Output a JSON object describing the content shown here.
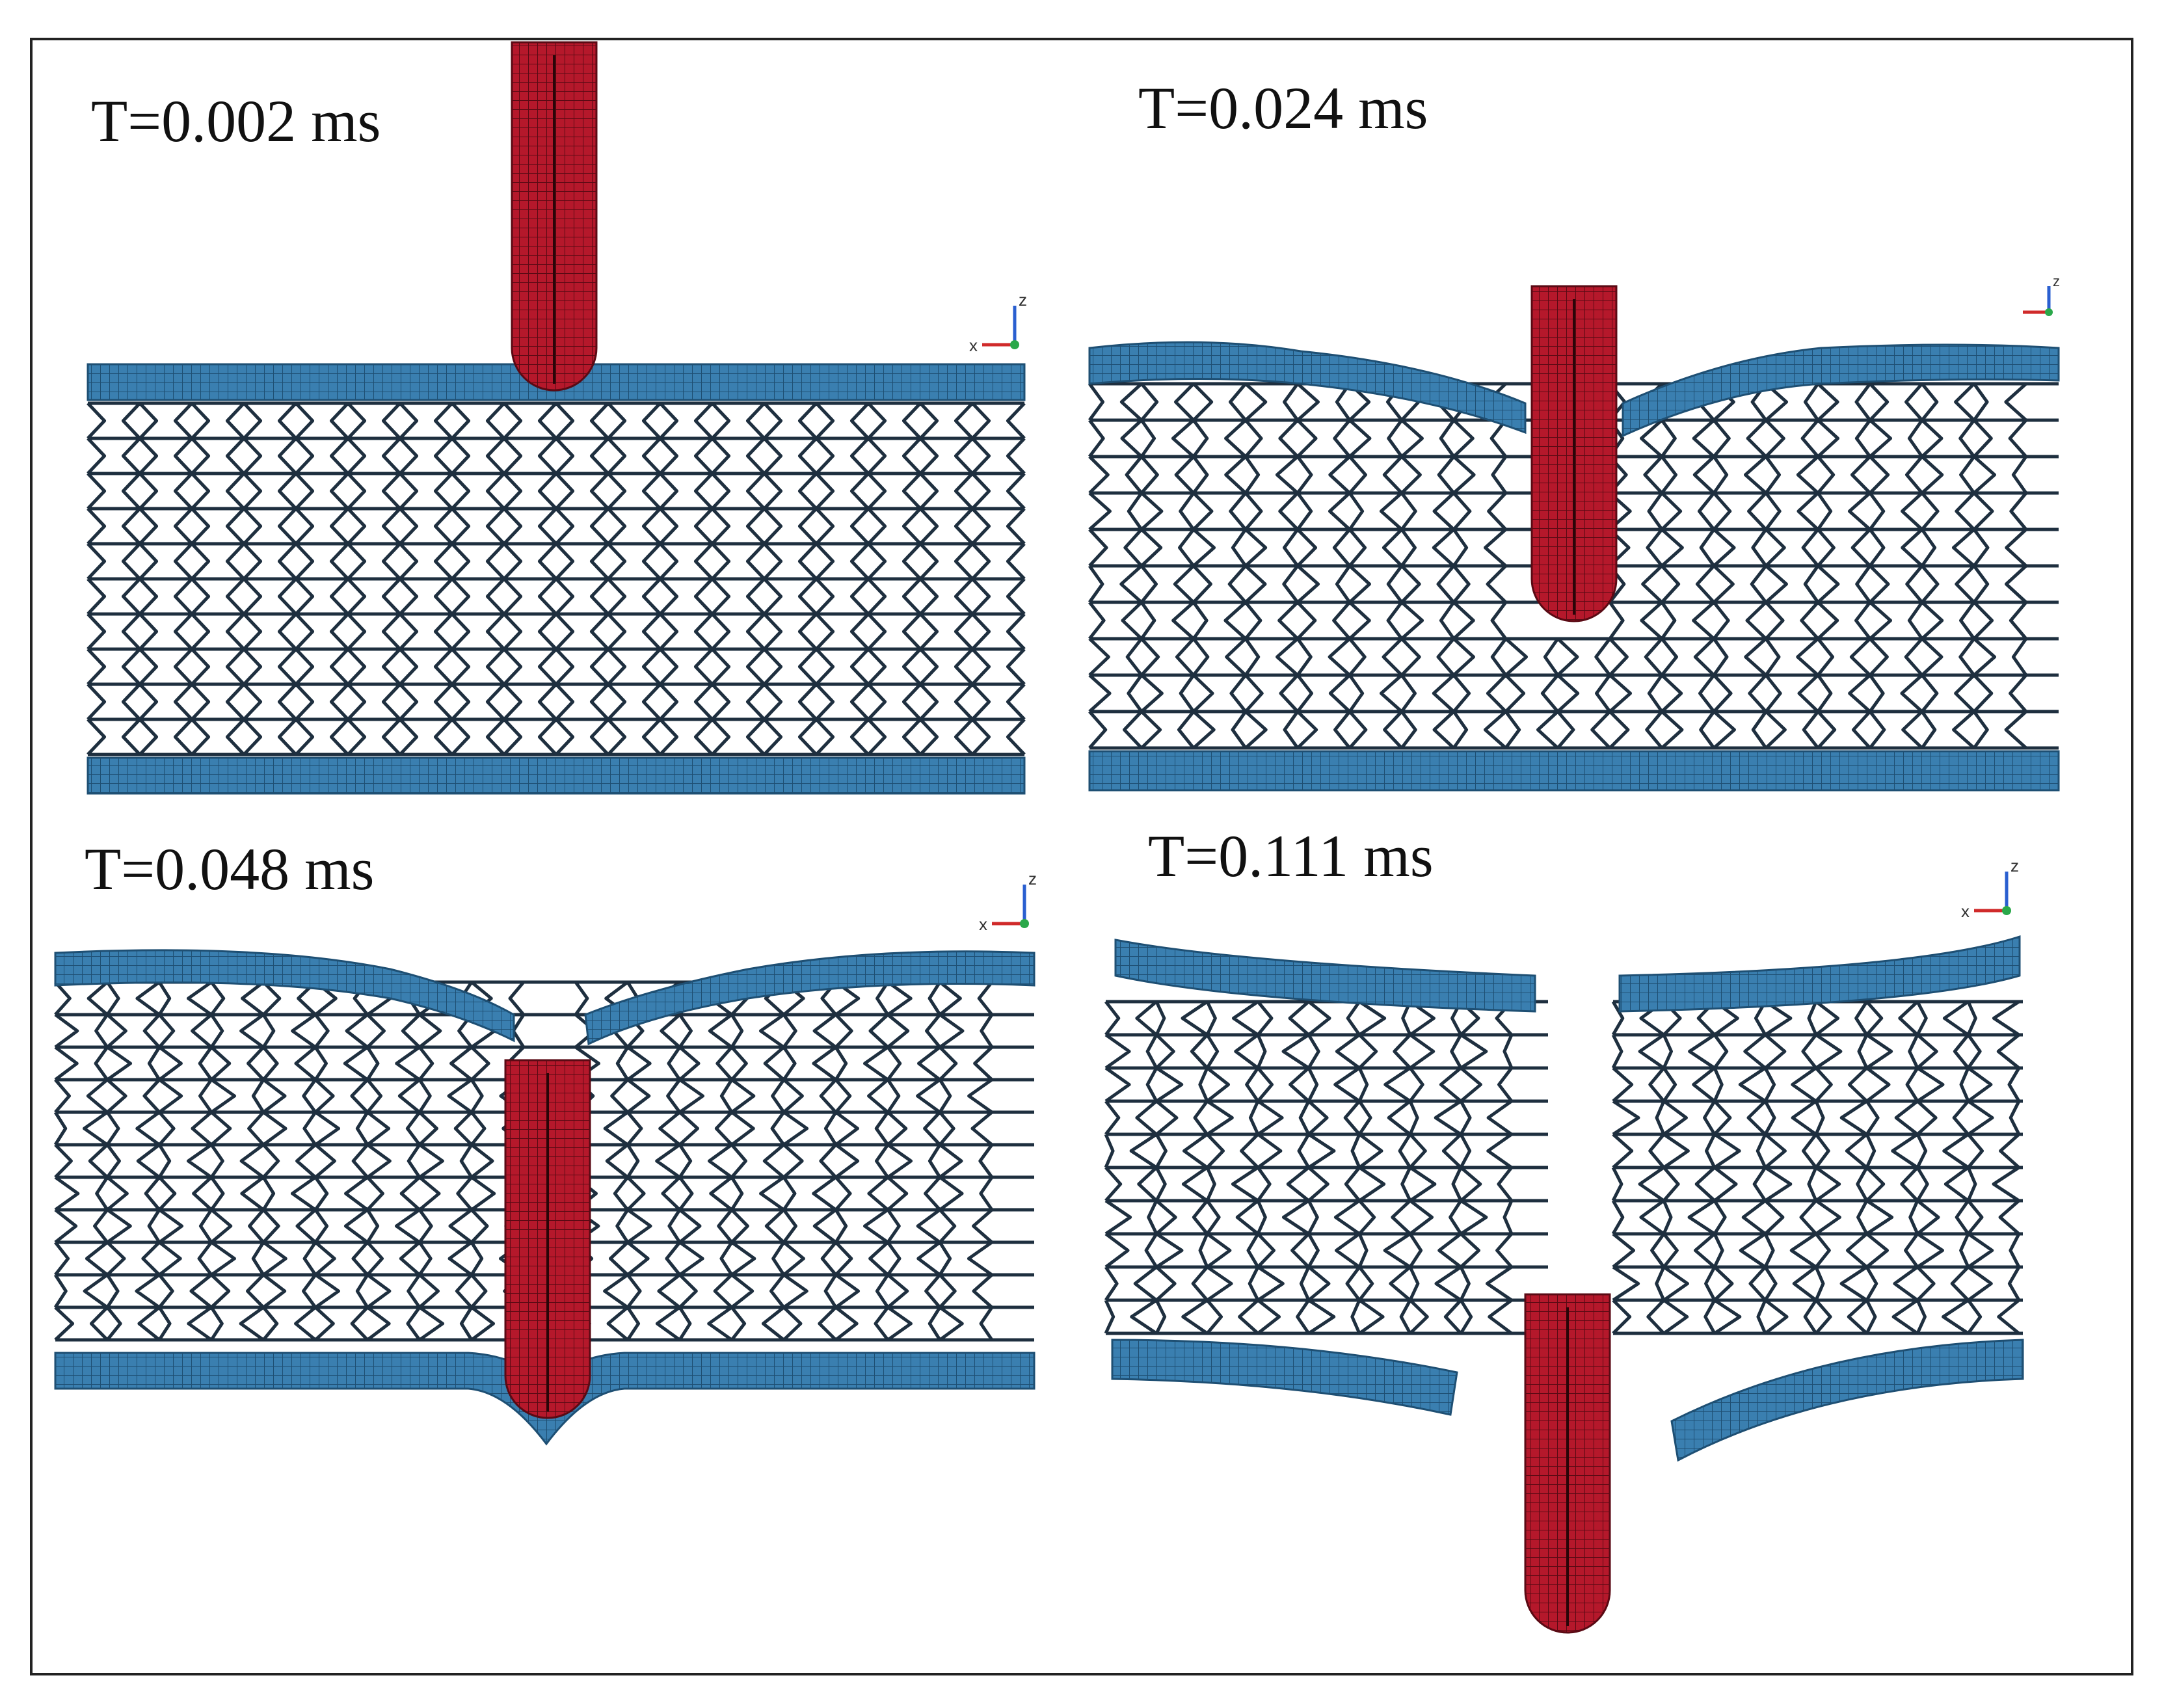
{
  "figure": {
    "panels": [
      {
        "id": "p1",
        "time_label": "T=0.002 ms"
      },
      {
        "id": "p2",
        "time_label": "T=0.024 ms"
      },
      {
        "id": "p3",
        "time_label": "T=0.048 ms"
      },
      {
        "id": "p4",
        "time_label": "T=0.111 ms"
      }
    ],
    "axis_triad": {
      "z": "z",
      "x": "x"
    },
    "colors": {
      "projectile": "#b5182b",
      "face_sheet": "#3a7fb0",
      "face_sheet_grid": "#1e4f73",
      "lattice": "#1e2f3f",
      "frame": "#222222"
    }
  }
}
